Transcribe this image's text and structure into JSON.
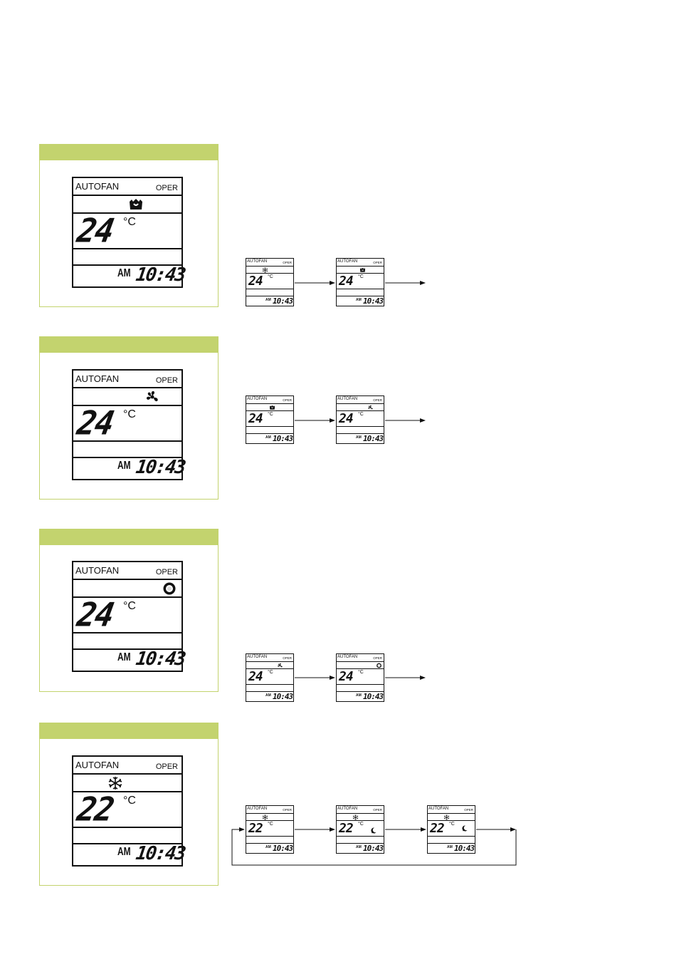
{
  "display": {
    "brand": "AUTOFAN",
    "oper": "OPER",
    "unit": "°C",
    "am": "AM",
    "time": "10:43"
  },
  "sections": [
    {
      "big_icon": "dry-icon",
      "big_temp": "24",
      "sequence": [
        {
          "icon": "snowflake-icon",
          "temp": "24"
        },
        {
          "icon": "dry-icon",
          "temp": "24"
        }
      ]
    },
    {
      "big_icon": "fan-icon",
      "big_temp": "24",
      "sequence": [
        {
          "icon": "dry-icon",
          "temp": "24"
        },
        {
          "icon": "fan-icon",
          "temp": "24"
        }
      ]
    },
    {
      "big_icon": "sun-icon",
      "big_temp": "24",
      "sequence": [
        {
          "icon": "fan-icon",
          "temp": "24"
        },
        {
          "icon": "sun-icon",
          "temp": "24"
        }
      ]
    },
    {
      "big_icon": "snowflake-icon",
      "big_temp": "22",
      "sequence": [
        {
          "icon": "snowflake-icon",
          "temp": "22"
        },
        {
          "icon": "snowflake-icon",
          "temp": "22",
          "moon": "moon-icon"
        },
        {
          "icon": "snowflake-icon",
          "temp": "22",
          "moon": "moon-icon"
        }
      ]
    }
  ]
}
